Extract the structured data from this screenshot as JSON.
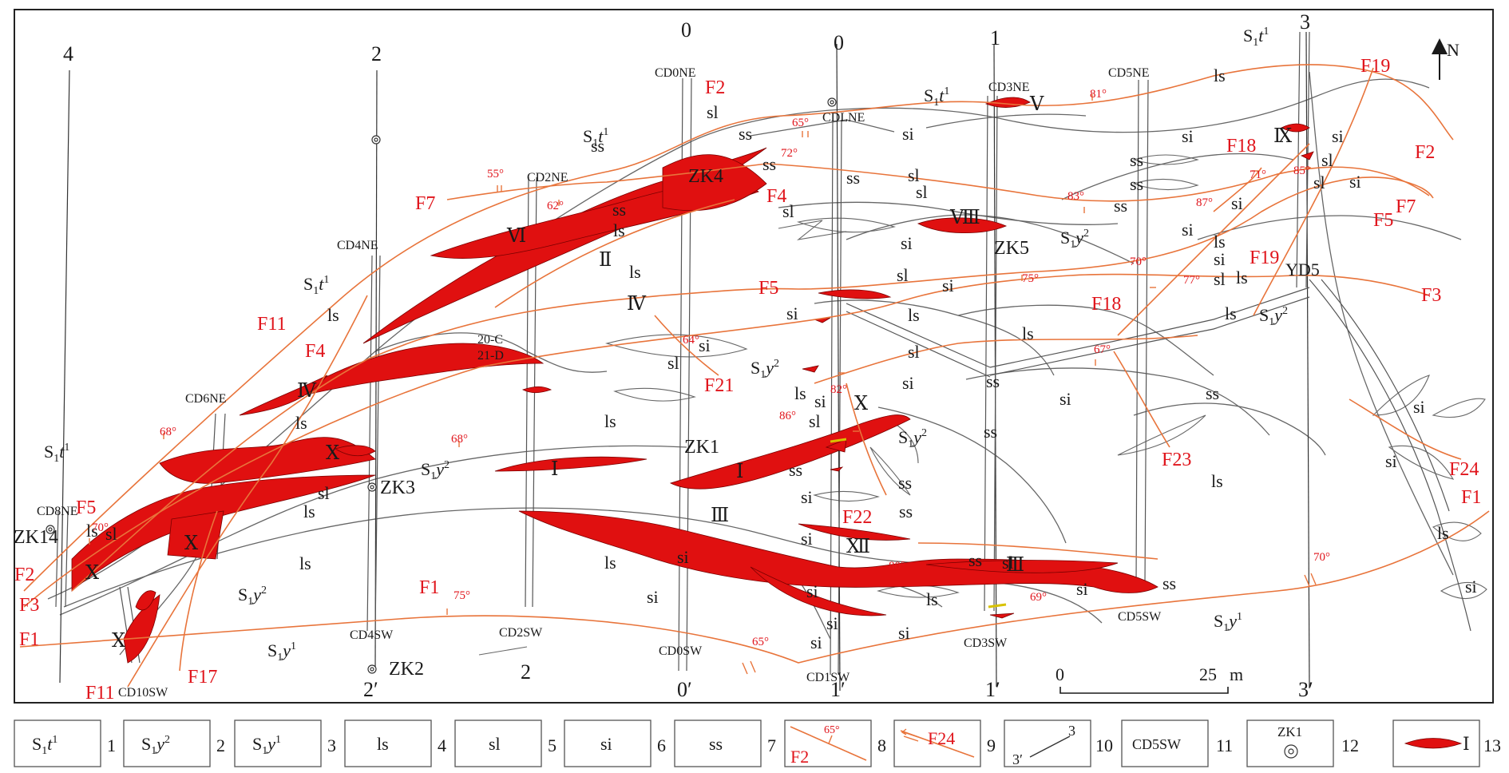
{
  "colors": {
    "fault": "#e8743b",
    "fault_label": "#e0141b",
    "orebody": "#e01010",
    "ink": "#1a1a1a",
    "contour": "#555555"
  },
  "north": "N",
  "scale": {
    "zero": "0",
    "end": "25",
    "unit": "m"
  },
  "faults": {
    "F1": "F1",
    "F2": "F2",
    "F3": "F3",
    "F4": "F4",
    "F5": "F5",
    "F7": "F7",
    "F11": "F11",
    "F17": "F17",
    "F18": "F18",
    "F19": "F19",
    "F21": "F21",
    "F22": "F22",
    "F23": "F23",
    "F24": "F24"
  },
  "dips": [
    "55°",
    "62°",
    "65°",
    "72°",
    "81°",
    "83°",
    "87°",
    "71°",
    "85°",
    "70°",
    "77°",
    "75°",
    "67°",
    "64°",
    "82°",
    "86°",
    "68°",
    "68°",
    "70°",
    "75°",
    "80°",
    "69°",
    "65°",
    "70°"
  ],
  "section_lines": {
    "s4": "4",
    "s2": "2",
    "s0a": "0",
    "s0b": "0",
    "s1": "1",
    "s3": "3",
    "e2": "2′",
    "e2b": "2",
    "e0": "0′",
    "e1a": "1′",
    "e1b": "1′",
    "e3": "3′"
  },
  "drifts": {
    "cd0ne": "CD0NE",
    "cd2ne": "CD2NE",
    "cd4ne": "CD4NE",
    "cd6ne": "CD6NE",
    "cd8ne": "CD8NE",
    "cdlne": "CDLNE",
    "cd3ne": "CD3NE",
    "cd5ne": "CD5NE",
    "cd10sw": "CD10SW",
    "cd4sw": "CD4SW",
    "cd2sw": "CD2SW",
    "cd0sw": "CD0SW",
    "cd1sw": "CD1SW",
    "cd3sw": "CD3SW",
    "cd5sw": "CD5SW",
    "yd5": "YD5",
    "c20": "20-C",
    "d21": "21-D"
  },
  "boreholes": {
    "zk1": "ZK1",
    "zk2": "ZK2",
    "zk3": "ZK3",
    "zk4": "ZK4",
    "zk5": "ZK5",
    "zk14": "ZK14"
  },
  "orebodies": {
    "I": "Ⅰ",
    "II": "Ⅱ",
    "III": "Ⅲ",
    "IV": "Ⅳ",
    "V": "Ⅴ",
    "VI": "Ⅵ",
    "VIII": "Ⅷ",
    "IX": "Ⅸ",
    "X": "Ⅹ",
    "XII": "Ⅻ"
  },
  "rock_labels": [
    "ss",
    "ls",
    "sl",
    "si"
  ],
  "legend": {
    "items": [
      {
        "n": "1",
        "sym": "S1t1"
      },
      {
        "n": "2",
        "sym": "S1y2"
      },
      {
        "n": "3",
        "sym": "S1y1"
      },
      {
        "n": "4",
        "text": "ls"
      },
      {
        "n": "5",
        "text": "sl"
      },
      {
        "n": "6",
        "text": "si"
      },
      {
        "n": "7",
        "text": "ss"
      },
      {
        "n": "8",
        "fault": "F2",
        "dip": "65°"
      },
      {
        "n": "9",
        "fault": "F24"
      },
      {
        "n": "10",
        "a": "3",
        "b": "3′"
      },
      {
        "n": "11",
        "text": "CD5SW"
      },
      {
        "n": "12",
        "text": "ZK1"
      },
      {
        "n": "13",
        "text": "Ⅰ"
      }
    ]
  }
}
